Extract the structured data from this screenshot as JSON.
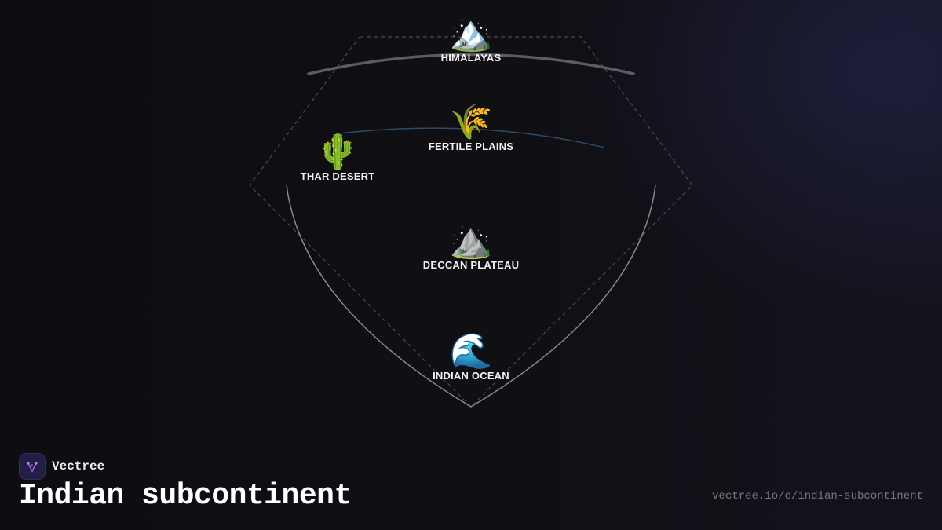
{
  "brand": {
    "name": "Vectree",
    "logo_icon": "branch-icon",
    "logo_color": "#a45fe6"
  },
  "title": "Indian subcontinent",
  "url": "vectree.io/c/indian-subcontinent",
  "regions": [
    {
      "id": "himalayas",
      "label": "HIMALAYAS",
      "icon": "mountain-snow-icon",
      "glyph": "🏔️"
    },
    {
      "id": "fertile-plains",
      "label": "FERTILE PLAINS",
      "icon": "wheat-icon",
      "glyph": "🌾"
    },
    {
      "id": "thar-desert",
      "label": "THAR DESERT",
      "icon": "cactus-icon",
      "glyph": "🌵"
    },
    {
      "id": "deccan-plateau",
      "label": "DECCAN PLATEAU",
      "icon": "mountain-icon",
      "glyph": "⛰️"
    },
    {
      "id": "indian-ocean",
      "label": "INDIAN OCEAN",
      "icon": "wave-icon",
      "glyph": "🌊"
    }
  ],
  "colors": {
    "background": "#0e0e12",
    "outline": "#8a8a8a",
    "dashed_outline": "#4a4a4f",
    "river": "#2f4a63",
    "label": "#f2f2f2",
    "url": "#7a7a7a"
  }
}
